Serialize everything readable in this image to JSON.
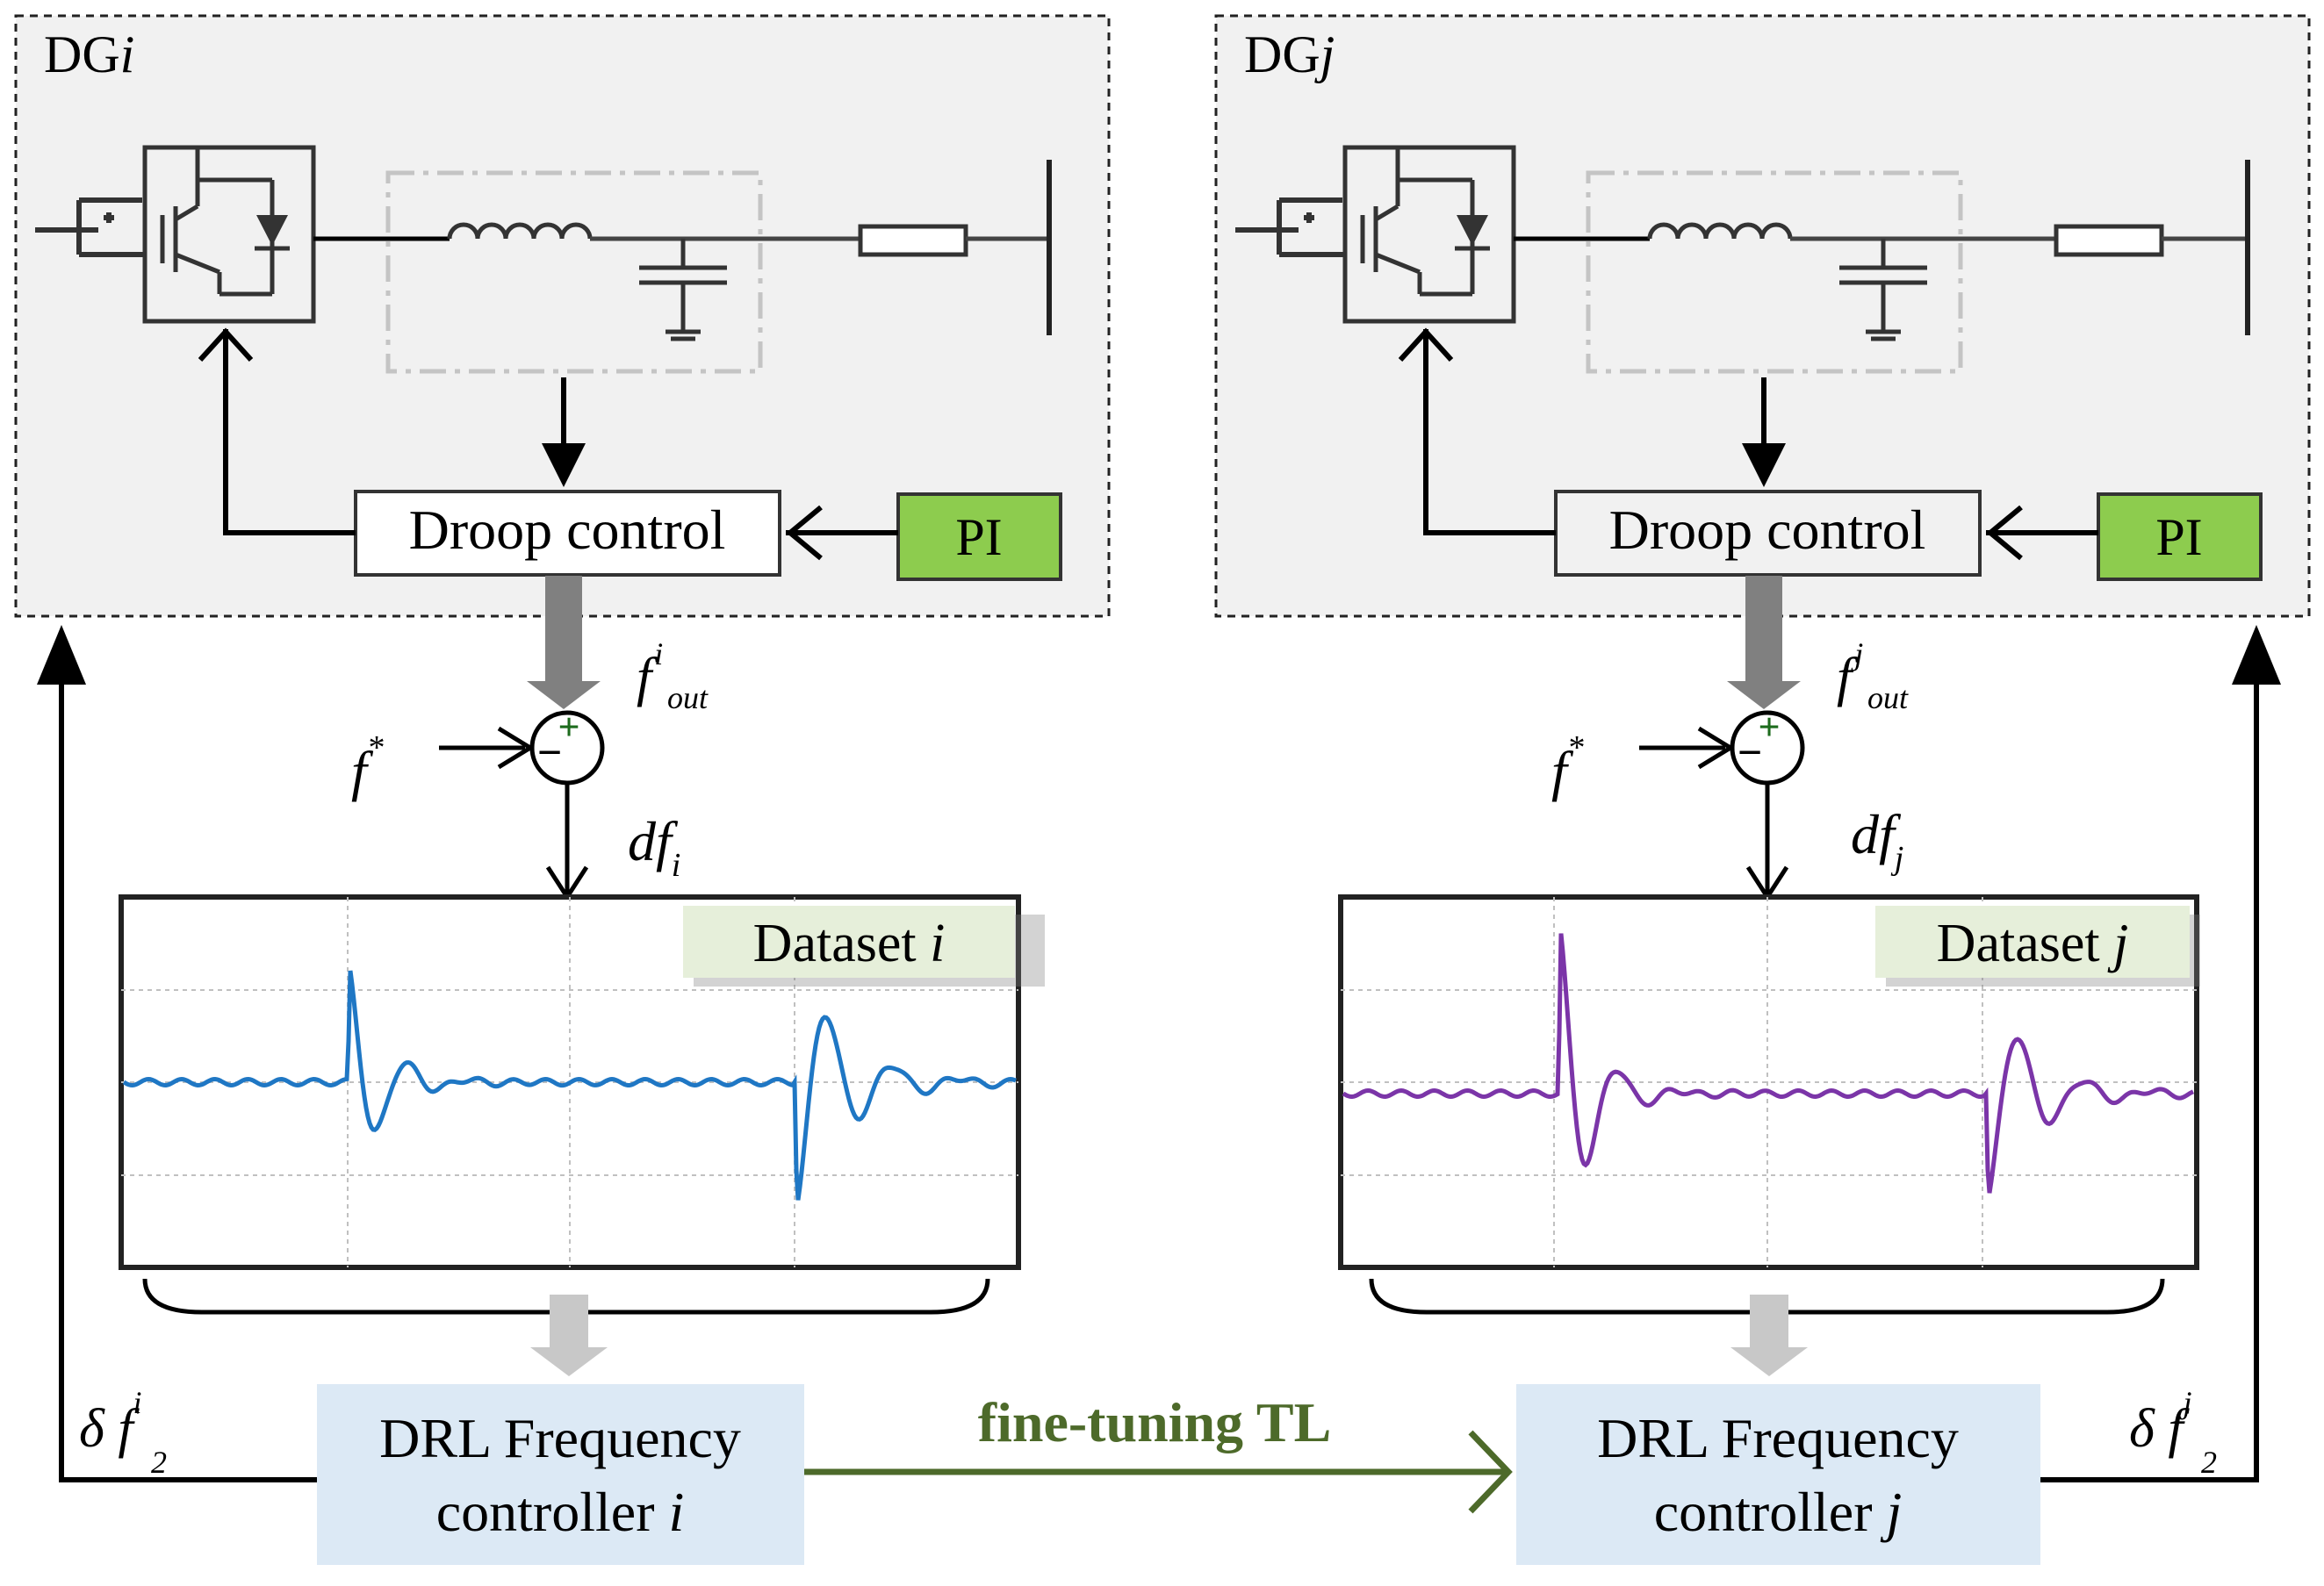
{
  "left": {
    "dg_label": {
      "main": "DG",
      "ital": "i"
    },
    "droop": "Droop control",
    "pi": "PI",
    "fout": {
      "base": "f",
      "sup": "i",
      "sub": "out"
    },
    "fstar": {
      "base": "f",
      "sup": "*"
    },
    "sum_plus": "+",
    "sum_minus": "−",
    "df": {
      "base": "df",
      "sub": "i"
    },
    "dataset": {
      "main": "Dataset ",
      "ital": "i"
    },
    "drl_line1": "DRL Frequency",
    "drl_line2": {
      "main": "controller ",
      "ital": "i"
    },
    "delta": {
      "base": "δ f",
      "sup": "i",
      "sub": "2"
    },
    "trace_color": "#1f77c4"
  },
  "right": {
    "dg_label": {
      "main": "DG",
      "ital": "j"
    },
    "droop": "Droop control",
    "pi": "PI",
    "fout": {
      "base": "f",
      "sup": "j",
      "sub": "out"
    },
    "fstar": {
      "base": "f",
      "sup": "*"
    },
    "sum_plus": "+",
    "sum_minus": "−",
    "df": {
      "base": "df",
      "sub": "j"
    },
    "dataset": {
      "main": "Dataset ",
      "ital": "j"
    },
    "drl_line1": "DRL Frequency",
    "drl_line2": {
      "main": "controller ",
      "ital": "j"
    },
    "delta": {
      "base": "δ f",
      "sup": "j",
      "sub": "2"
    },
    "trace_color": "#7b35a8"
  },
  "transfer_label": "fine-tuning TL",
  "colors": {
    "dg_fill": "#f1f1f1",
    "pi_fill": "#8dcc4e",
    "dataset_label_fill": "#e6efda",
    "drl_fill": "#dce9f5",
    "transfer_green": "#4d6a2a",
    "sum_plus_green": "#1d6b1d",
    "gray_arrow": "#808080",
    "light_arrow": "#c8c8c8",
    "filter_box": "#c4c4c4"
  }
}
